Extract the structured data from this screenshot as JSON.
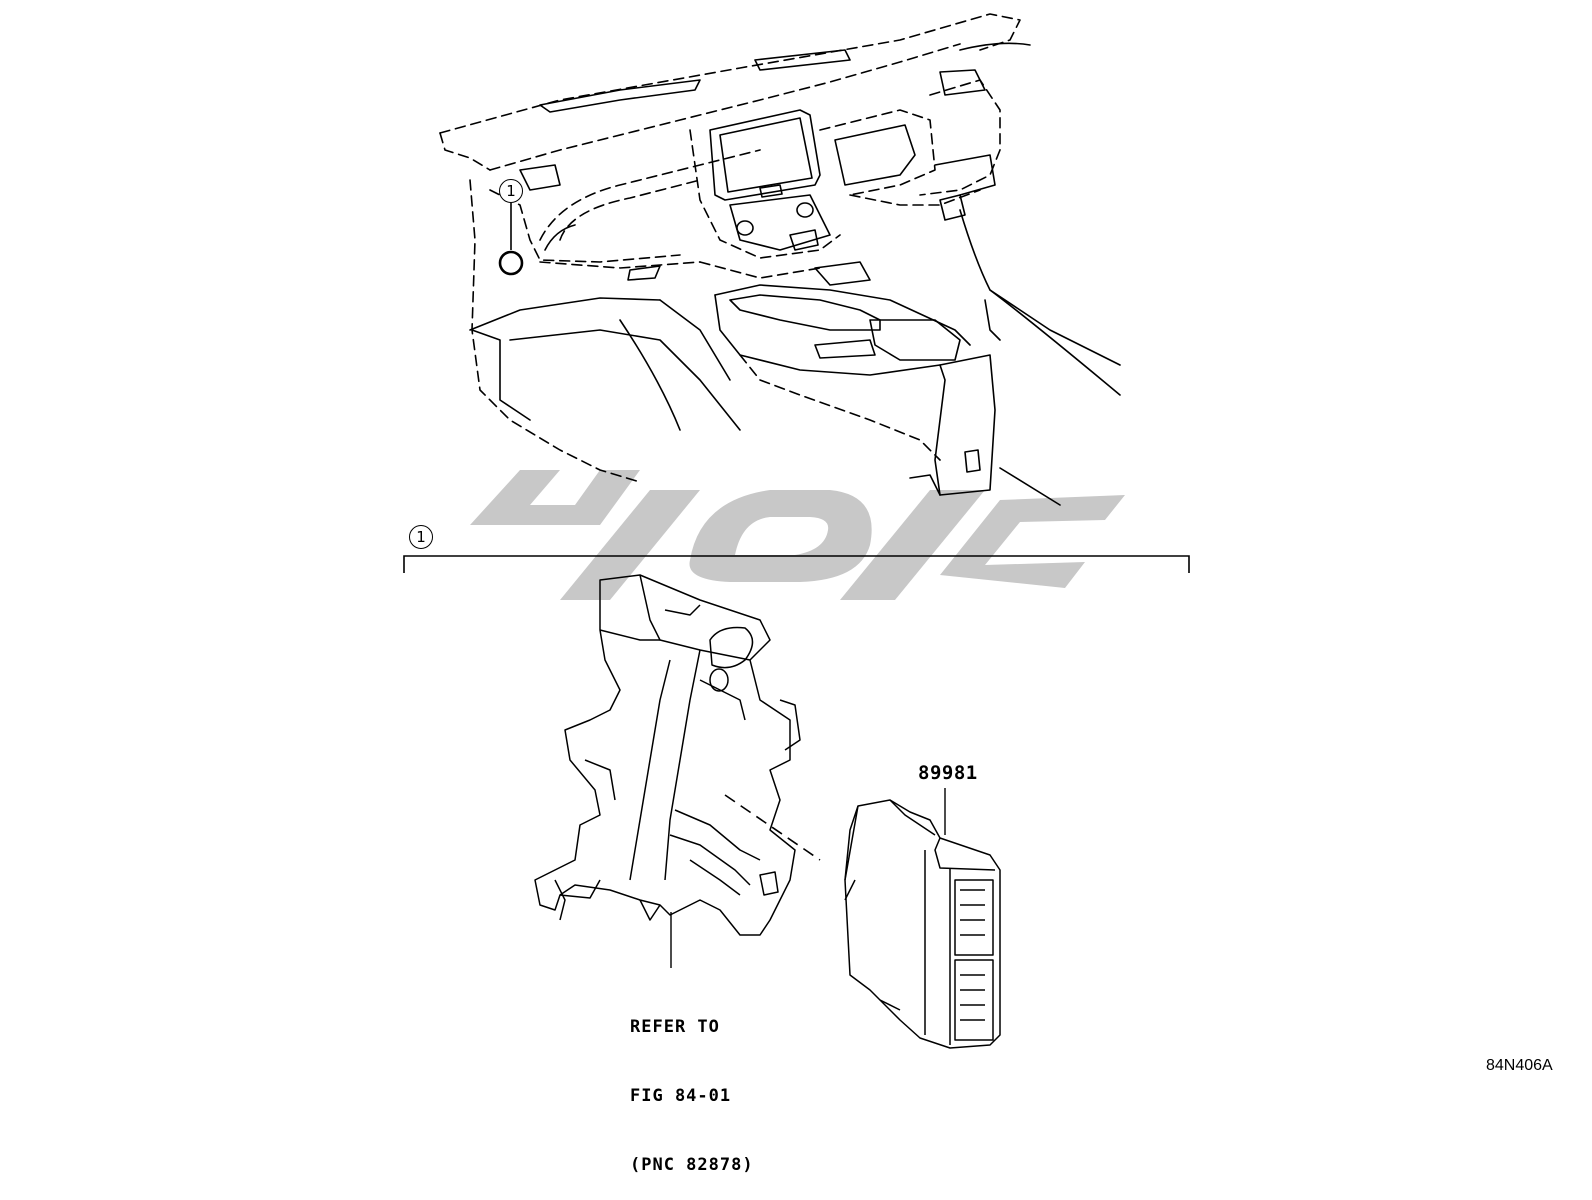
{
  "callouts": {
    "top_marker": "1",
    "bracket_marker": "1"
  },
  "parts": {
    "ecu_part_number": "89981"
  },
  "reference": {
    "line1": "REFER TO",
    "line2": "FIG 84-01",
    "line3": "(PNC 82878)"
  },
  "figure_code": "84N406A",
  "watermark": {
    "text": "تاپکی",
    "color": "#c8c8c8"
  },
  "colors": {
    "line": "#000000",
    "background": "#ffffff"
  }
}
